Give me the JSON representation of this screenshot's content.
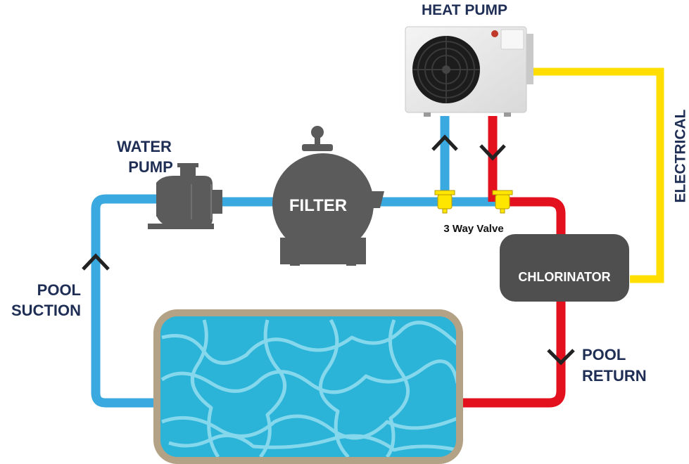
{
  "labels": {
    "heat_pump": "HEAT PUMP",
    "water_pump_line1": "WATER",
    "water_pump_line2": "PUMP",
    "filter": "FILTER",
    "valve": "3 Way Valve",
    "chlorinator": "CHLORINATOR",
    "pool_suction_line1": "POOL",
    "pool_suction_line2": "SUCTION",
    "pool_return_line1": "POOL",
    "pool_return_line2": "RETURN",
    "electrical": "ELECTRICAL"
  },
  "colors": {
    "cold_pipe": "#3aa9e0",
    "hot_pipe": "#e3101e",
    "electrical": "#ffde00",
    "label_text": "#1f2e55",
    "equipment": "#5b5b5b",
    "chlorinator": "#4f4f4f",
    "pool_water": "#2bb3d8",
    "pool_border": "#b3a285",
    "valve": "#ffe600"
  }
}
